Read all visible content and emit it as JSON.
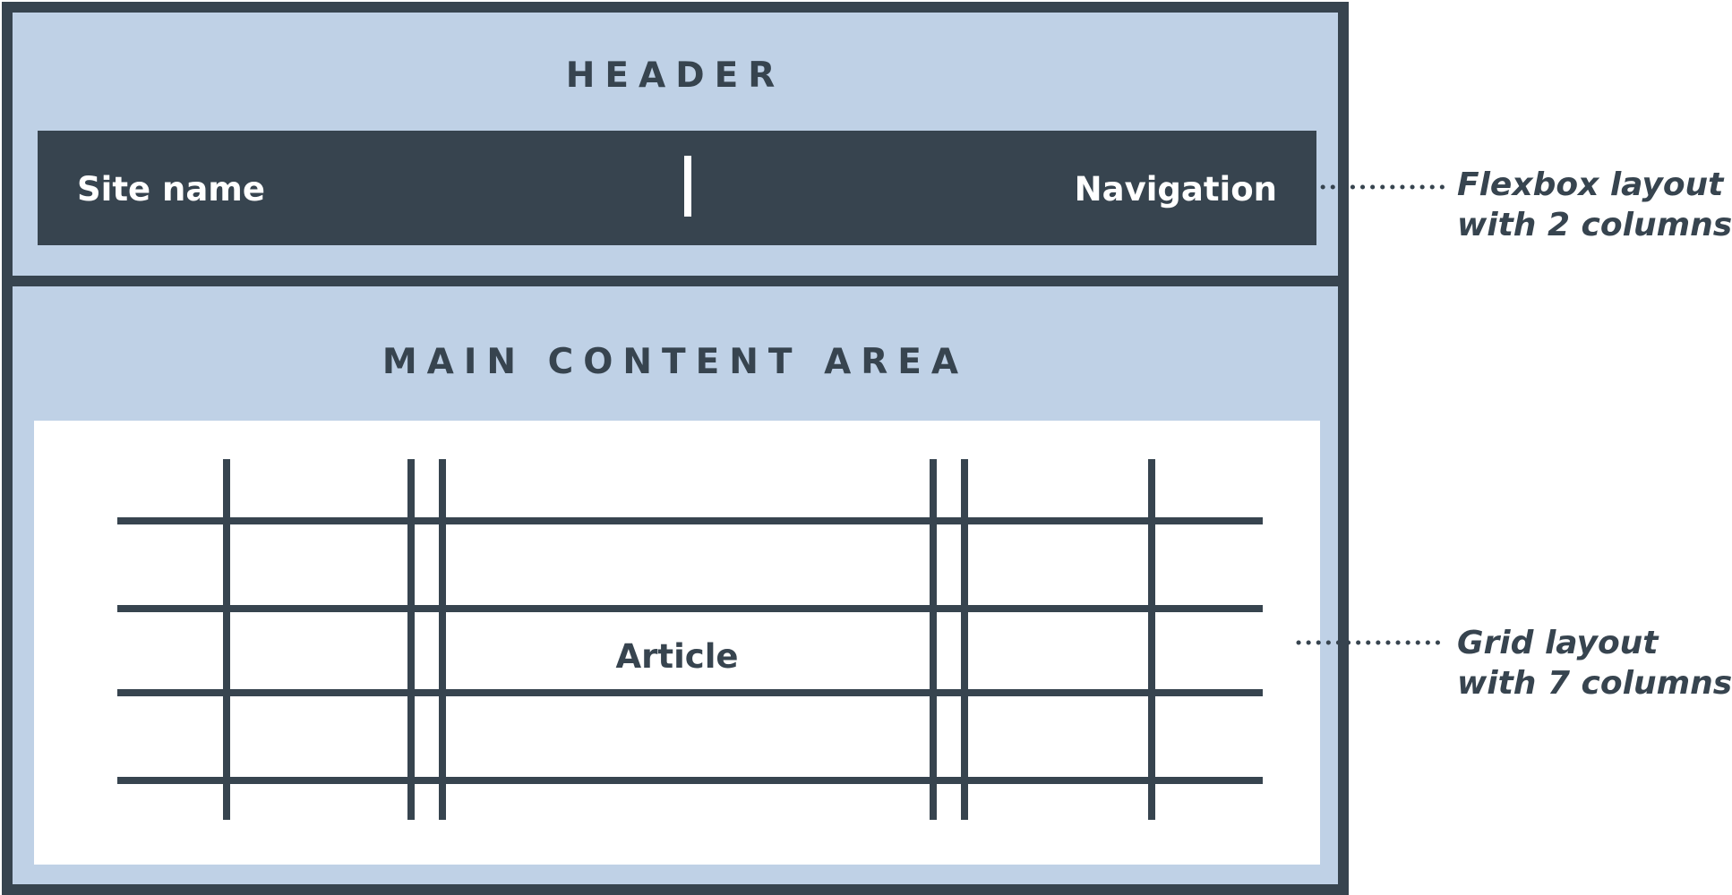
{
  "header": {
    "title": "HEADER",
    "site_name": "Site name",
    "navigation": "Navigation"
  },
  "main": {
    "title": "MAIN CONTENT AREA",
    "article": "Article"
  },
  "annotations": {
    "flexbox": [
      "Flexbox layout",
      "with 2 columns"
    ],
    "grid": [
      "Grid layout",
      "with 7 columns"
    ]
  },
  "colors": {
    "frame": "#37444f",
    "fill": "#bfd1e6",
    "content": "#ffffff"
  }
}
